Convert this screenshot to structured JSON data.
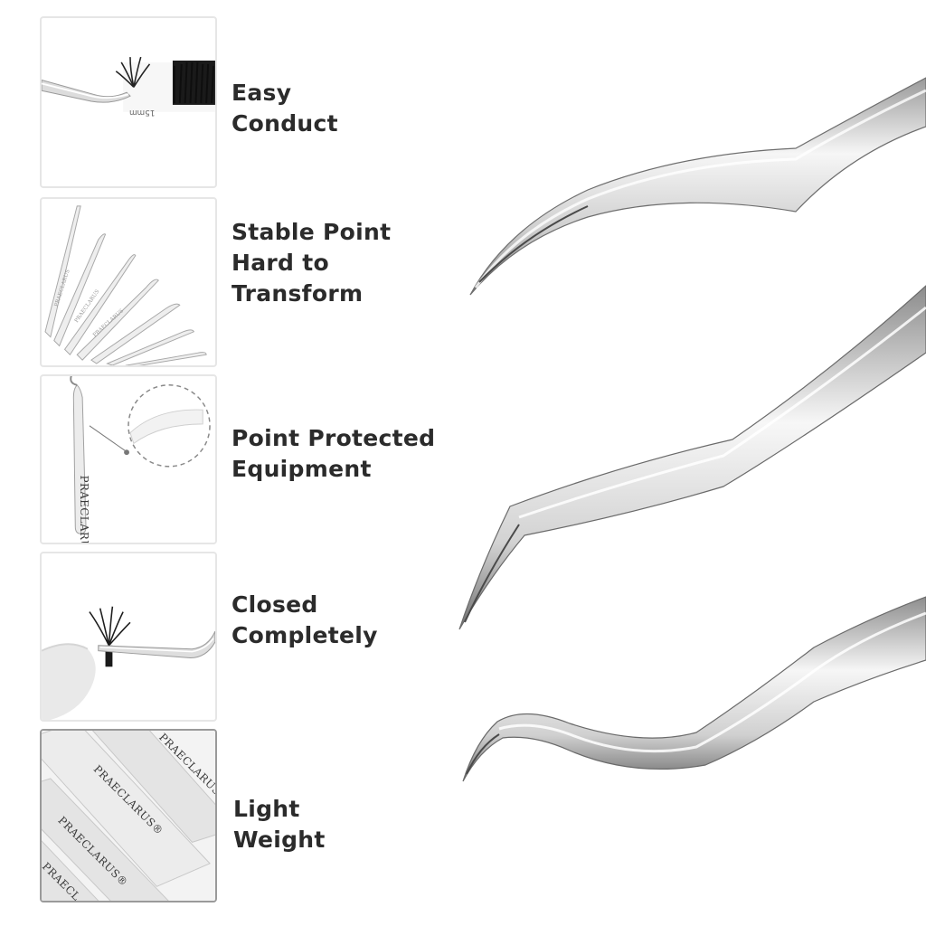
{
  "features": [
    {
      "lines": [
        "Easy",
        "Conduct"
      ],
      "thumb_icon": "eyelash-tweezer-icon"
    },
    {
      "lines": [
        "Stable Point",
        "Hard to",
        "Transform"
      ],
      "thumb_icon": "tweezer-set-icon"
    },
    {
      "lines": [
        "Point Protected",
        "Equipment"
      ],
      "thumb_icon": "point-cover-icon"
    },
    {
      "lines": [
        "Closed",
        "Completely"
      ],
      "thumb_icon": "closed-tips-icon"
    },
    {
      "lines": [
        "Light",
        "Weight"
      ],
      "thumb_icon": "engraved-handles-icon"
    }
  ],
  "lash_tray_label": "15mm",
  "brand_engraving": "PRAECLARUS®",
  "brand_engraving_partial": "PRAECL",
  "colors": {
    "text": "#2b2b2b",
    "thumb_border": "#e6e6e6",
    "steel_light": "#f4f4f4",
    "steel_dark": "#6e6e6e"
  }
}
